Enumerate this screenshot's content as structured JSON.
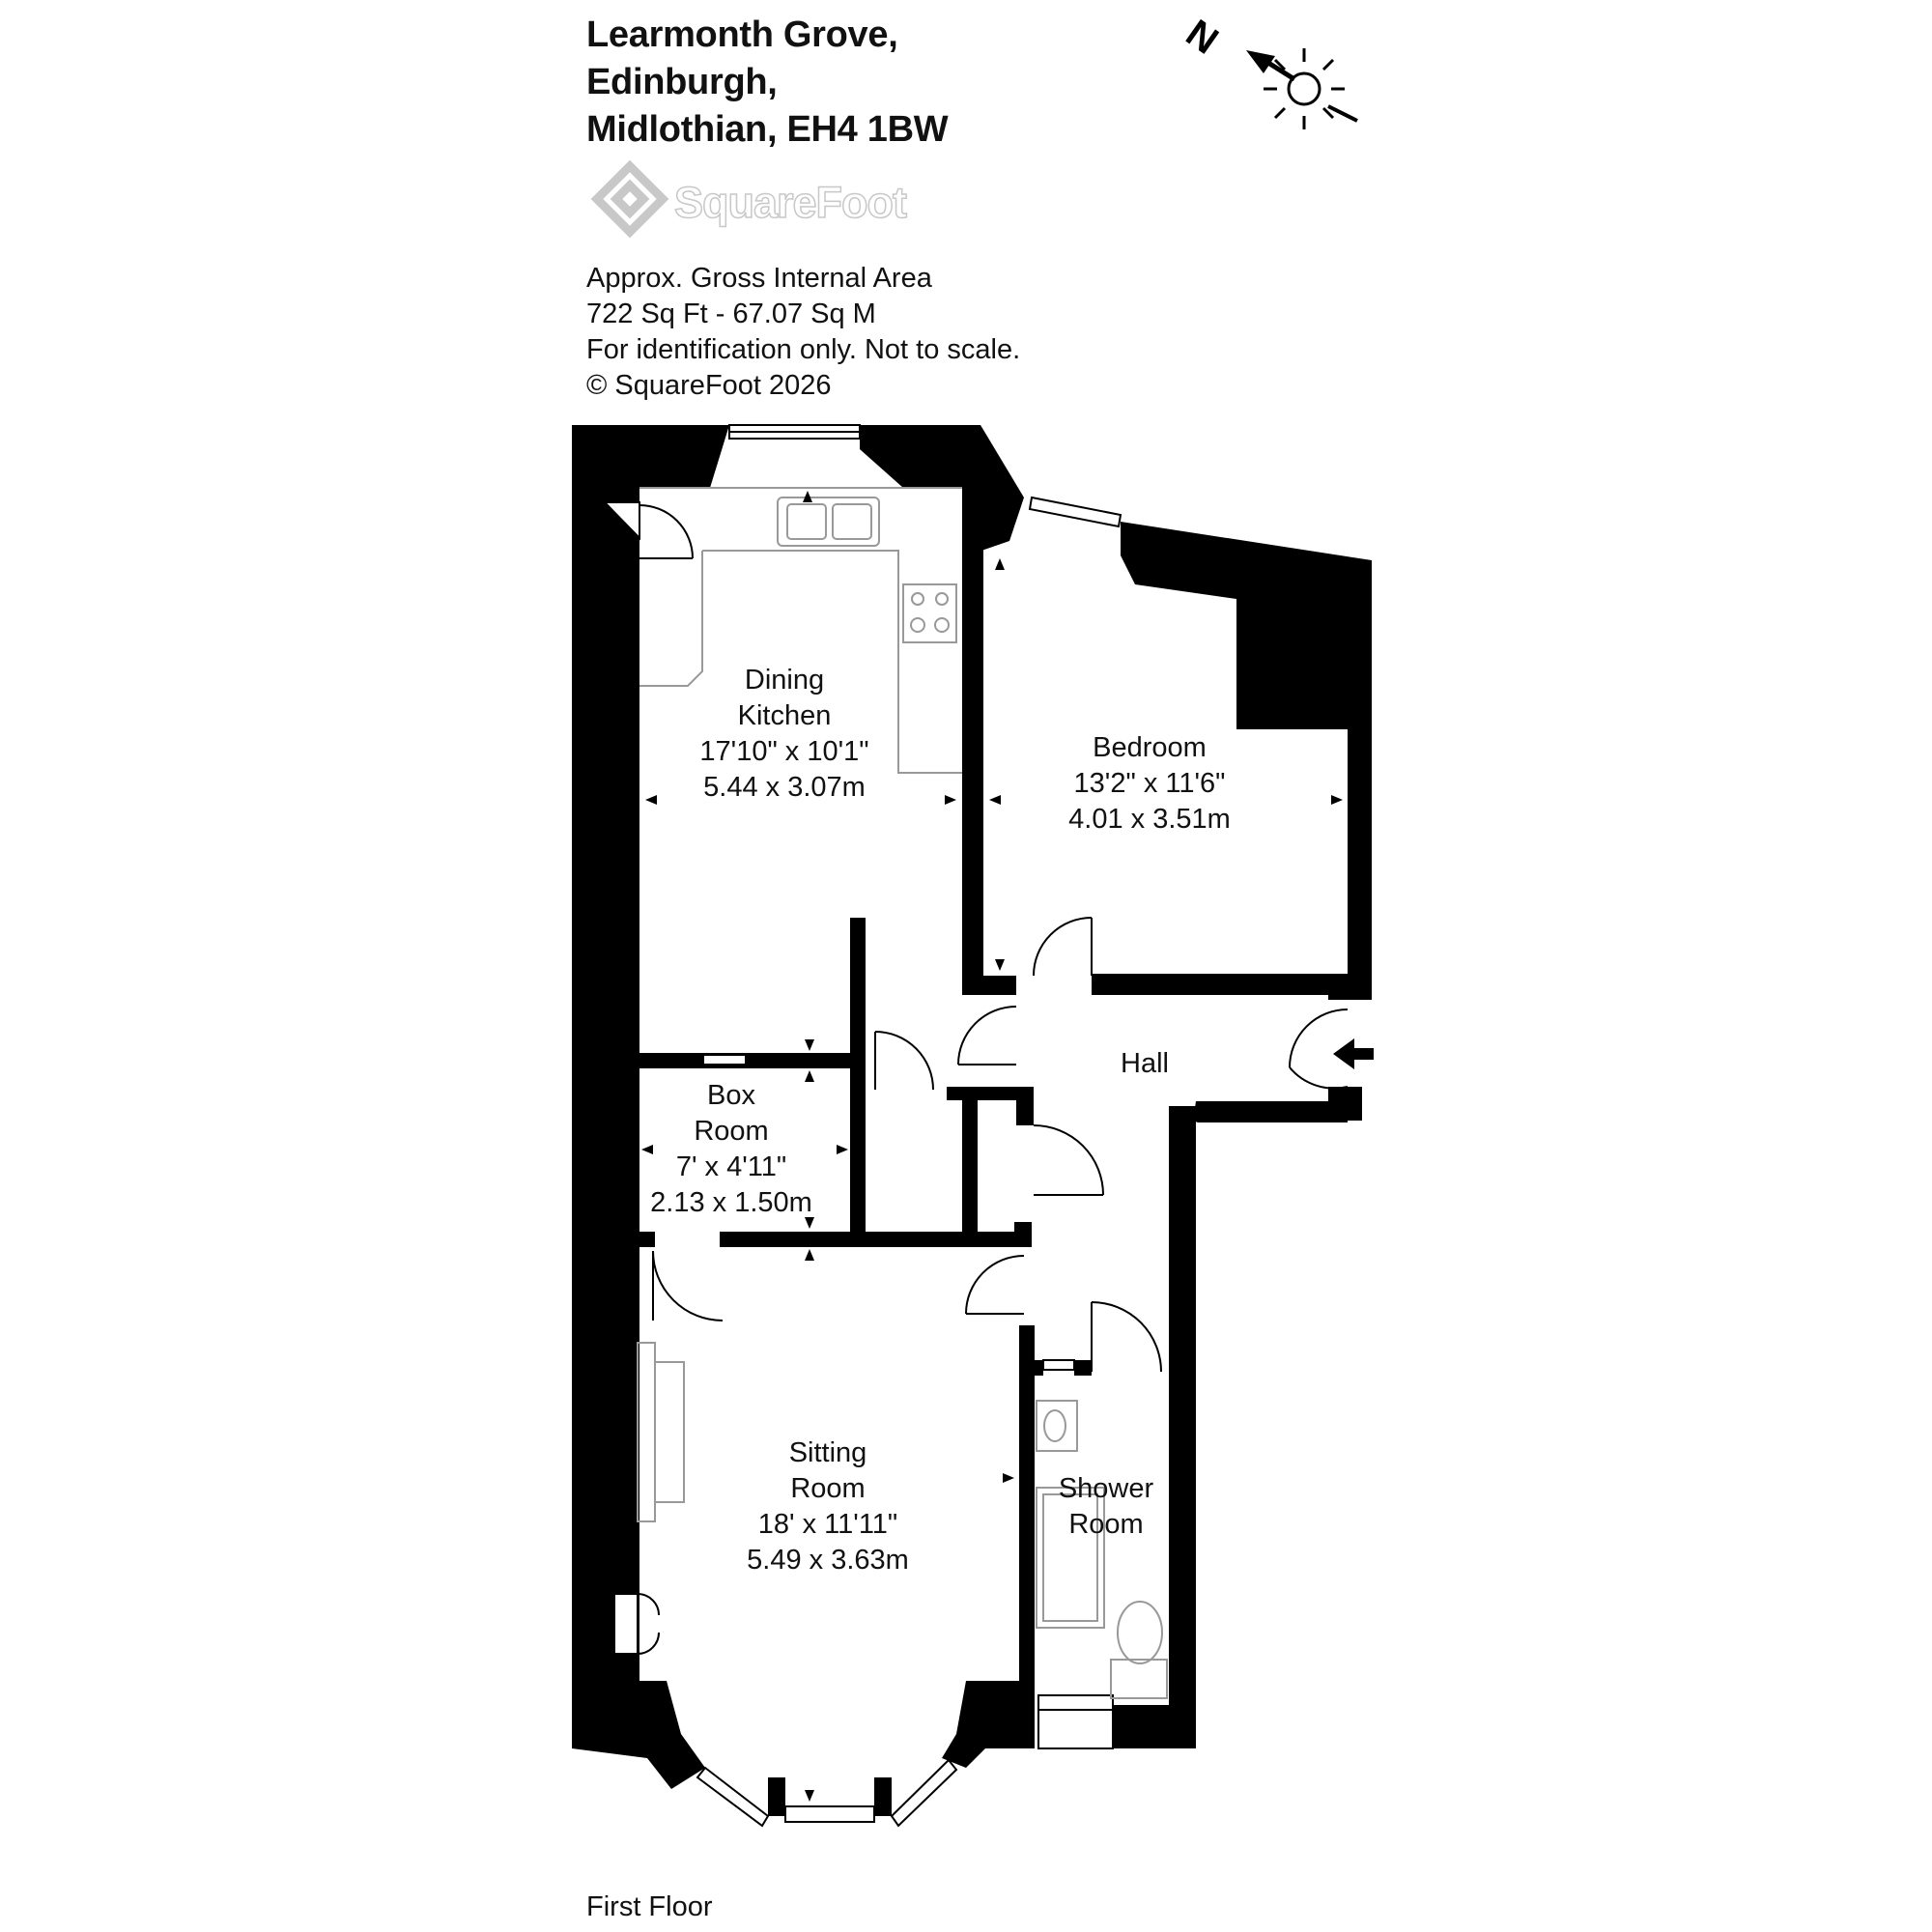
{
  "address": {
    "line1": "Learmonth Grove,",
    "line2": "Edinburgh,",
    "line3": "Midlothian, EH4 1BW"
  },
  "brand": {
    "name": "SquareFoot"
  },
  "info": {
    "area_title": "Approx. Gross Internal Area",
    "area_value": "722 Sq Ft  -  67.07 Sq M",
    "disclaimer": "For identification only. Not to scale.",
    "copyright": "© SquareFoot 2026"
  },
  "compass": {
    "label": "N"
  },
  "rooms": {
    "kitchen": {
      "name1": "Dining",
      "name2": "Kitchen",
      "imperial": "17'10\" x 10'1\"",
      "metric": "5.44 x 3.07m"
    },
    "bedroom": {
      "name1": "Bedroom",
      "imperial": "13'2\" x 11'6\"",
      "metric": "4.01 x 3.51m"
    },
    "hall": {
      "name1": "Hall"
    },
    "box_room": {
      "name1": "Box",
      "name2": "Room",
      "imperial": "7' x 4'11\"",
      "metric": "2.13 x 1.50m"
    },
    "sitting_room": {
      "name1": "Sitting",
      "name2": "Room",
      "imperial": "18' x 11'11\"",
      "metric": "5.49 x 3.63m"
    },
    "shower_room": {
      "name1": "Shower",
      "name2": "Room"
    }
  },
  "floor": {
    "label": "First Floor"
  },
  "colors": {
    "wall": "#000000",
    "logo_gray": "#c8c8c8",
    "fixture": "#999999"
  }
}
